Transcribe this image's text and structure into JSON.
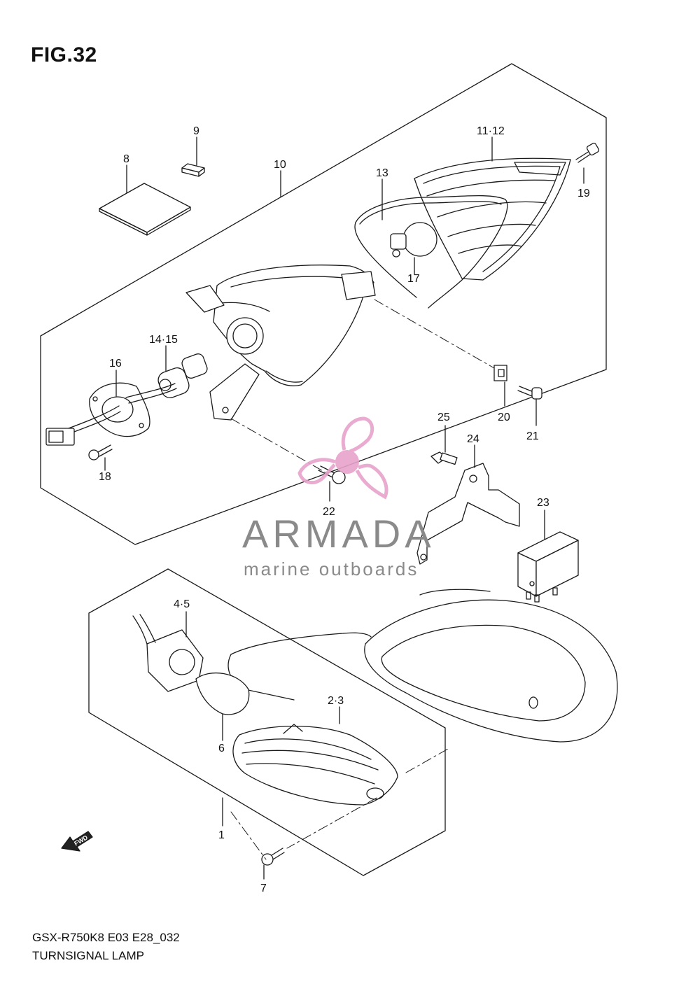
{
  "figure": {
    "title": "FIG.32",
    "model_code": "GSX-R750K8 E03 E28_032",
    "name": "TURNSIGNAL LAMP"
  },
  "callouts": {
    "c1": "1",
    "c2_3": "2·3",
    "c4_5": "4·5",
    "c6": "6",
    "c7": "7",
    "c8": "8",
    "c9": "9",
    "c10": "10",
    "c11_12": "11·12",
    "c13": "13",
    "c14_15": "14·15",
    "c16": "16",
    "c17": "17",
    "c18": "18",
    "c19": "19",
    "c20": "20",
    "c21": "21",
    "c22": "22",
    "c23": "23",
    "c24": "24",
    "c25": "25"
  },
  "fwd_badge": "FWD",
  "watermark": {
    "brand": "ARMADA",
    "tagline": "marine outboards",
    "brand_color": "#8a8a8a",
    "logo_color": "#e7a3cb"
  }
}
